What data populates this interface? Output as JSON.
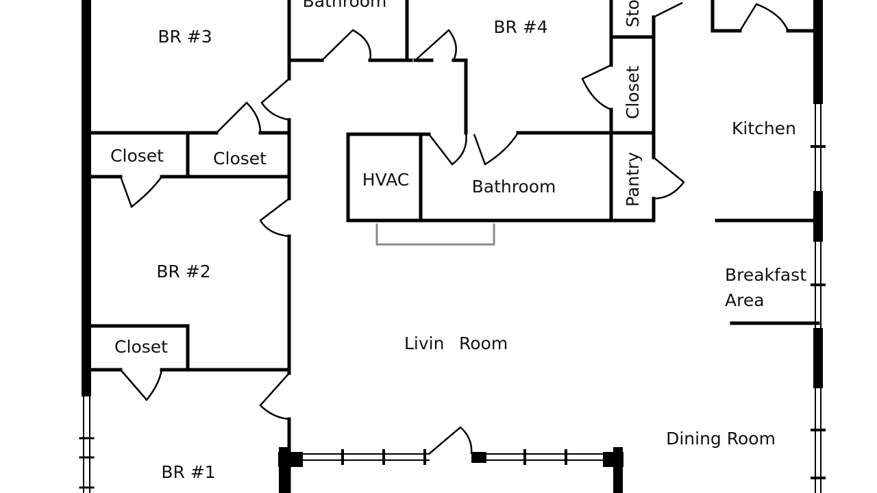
{
  "colors": {
    "wall": "#000000",
    "light_wall": "#8a8a8a",
    "label": "#111111",
    "background": "#ffffff"
  },
  "rooms": {
    "br3": "BR #3",
    "br4": "BR #4",
    "br2": "BR #2",
    "br1": "BR #1",
    "bathroom_top": "Bathroom",
    "bathroom_center": "Bathroom",
    "storage": "Sto",
    "closet_right": "Closet",
    "closet_left_1": "Closet",
    "closet_left_2": "Closet",
    "closet_lower": "Closet",
    "kitchen": "Kitchen",
    "hvac": "HVAC",
    "pantry": "Pantry",
    "breakfast_line1": "Breakfast",
    "breakfast_line2": "Area",
    "living_room": "Livin",
    "living_room_rest": "Room",
    "dining_room": "Dining Room"
  }
}
